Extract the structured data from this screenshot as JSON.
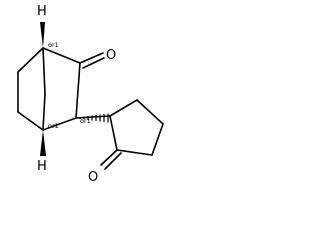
{
  "molecule": {
    "atoms": {
      "h_top": "H",
      "h_bottom": "H",
      "o_ketone_ring": "O",
      "o_ketone_pentyl": "O"
    },
    "stereo_labels": {
      "c1": "or1",
      "c3": "or1",
      "c4": "or1"
    }
  }
}
